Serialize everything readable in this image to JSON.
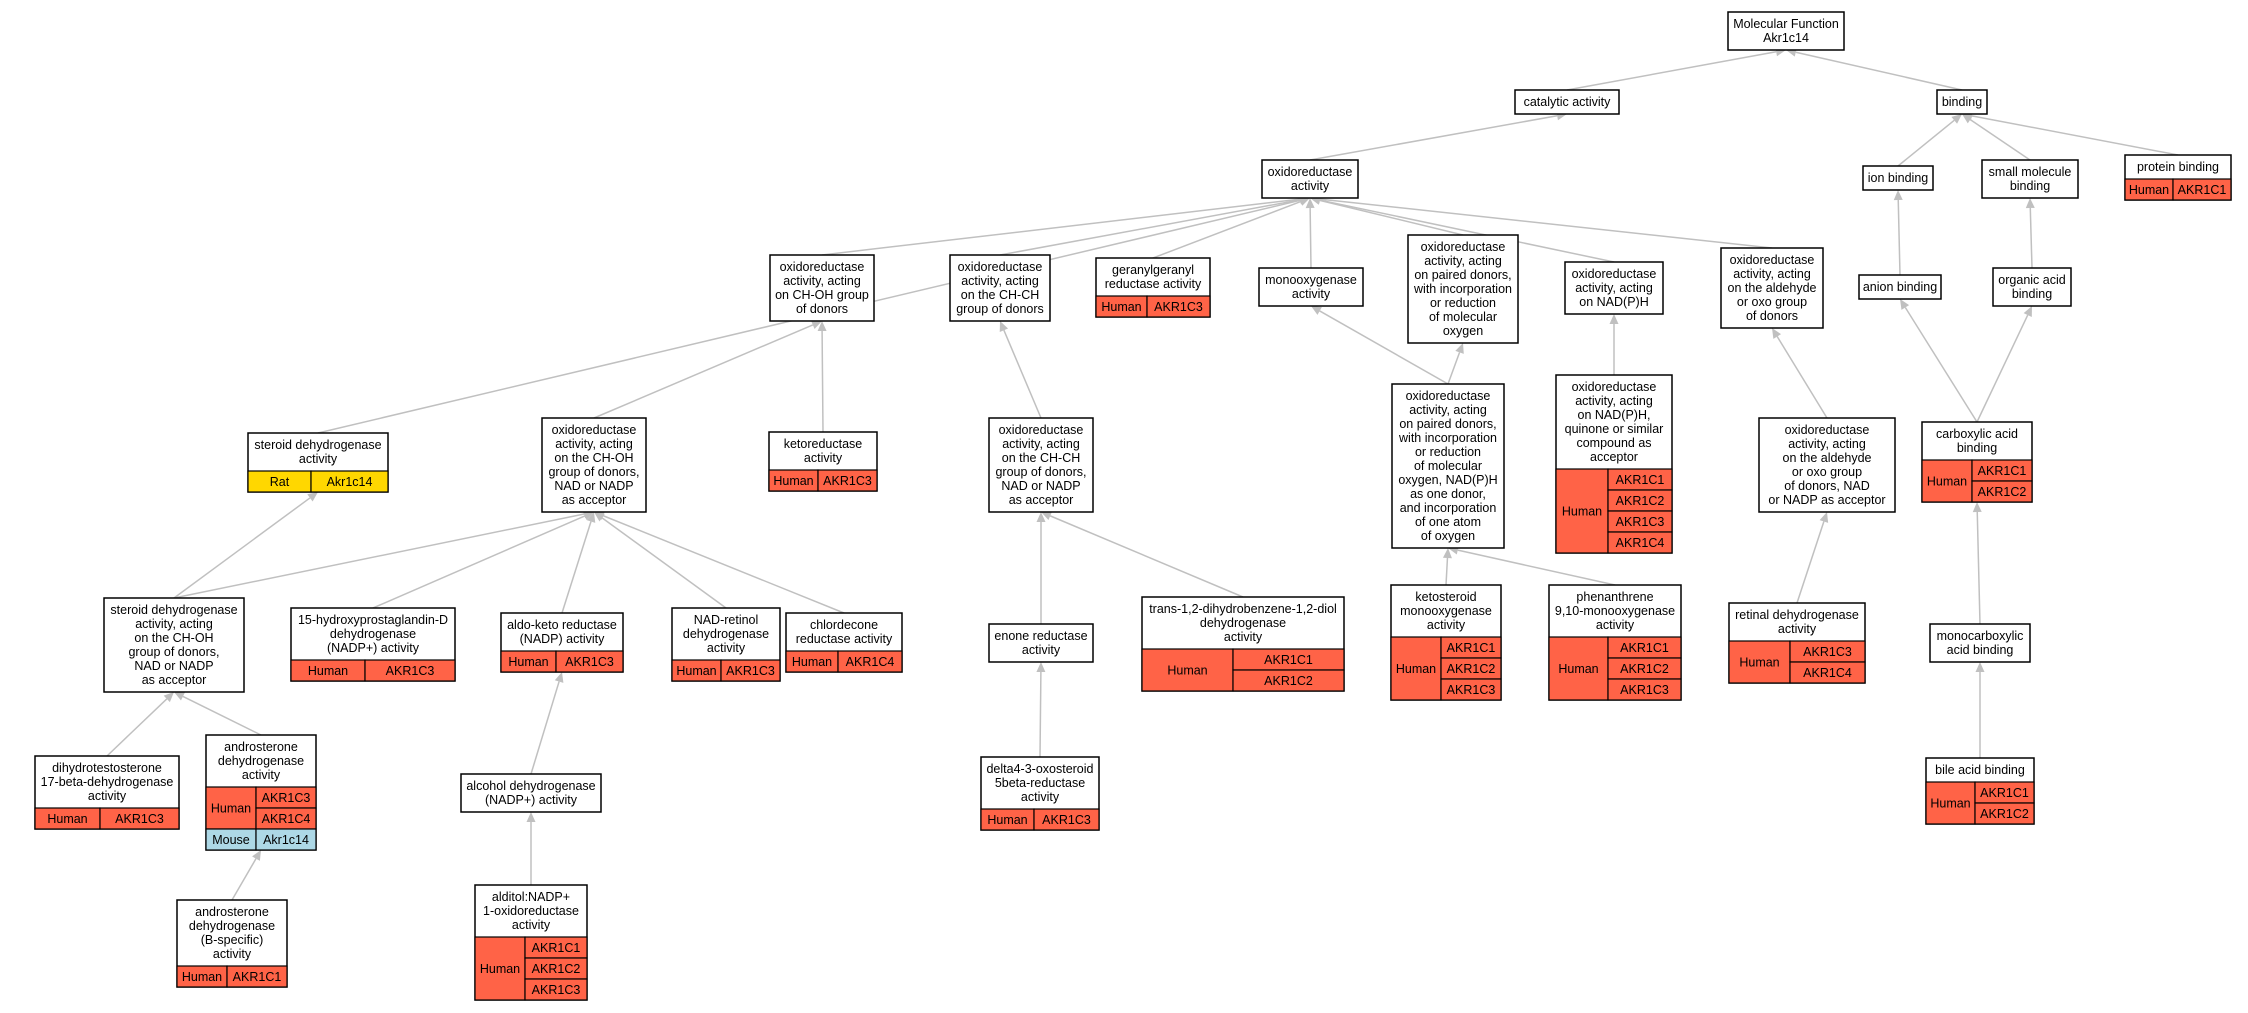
{
  "colors": {
    "human": "#ff6347",
    "rat": "#ffd700",
    "mouse": "#add8e6",
    "edge": "#c0c0c0",
    "border": "#000000",
    "background": "#ffffff"
  },
  "nodes": [
    {
      "id": "root",
      "lines": [
        "Molecular Function",
        "Akr1c14"
      ],
      "ann": []
    },
    {
      "id": "catalytic",
      "lines": [
        "catalytic activity"
      ],
      "ann": []
    },
    {
      "id": "binding",
      "lines": [
        "binding"
      ],
      "ann": []
    },
    {
      "id": "oxido",
      "lines": [
        "oxidoreductase",
        "activity"
      ],
      "ann": []
    },
    {
      "id": "ionbinding",
      "lines": [
        "ion binding"
      ],
      "ann": []
    },
    {
      "id": "smallmol",
      "lines": [
        "small molecule",
        "binding"
      ],
      "ann": []
    },
    {
      "id": "protbind",
      "lines": [
        "protein binding"
      ],
      "ann": [
        {
          "org": "Human",
          "genes": [
            "AKR1C1"
          ]
        }
      ]
    },
    {
      "id": "chohgroup",
      "lines": [
        "oxidoreductase",
        "activity, acting",
        "on CH-OH group",
        "of donors"
      ],
      "ann": []
    },
    {
      "id": "chchgroup",
      "lines": [
        "oxidoreductase",
        "activity, acting",
        "on the CH-CH",
        "group of donors"
      ],
      "ann": []
    },
    {
      "id": "geranyl",
      "lines": [
        "geranylgeranyl",
        "reductase activity"
      ],
      "ann": [
        {
          "org": "Human",
          "genes": [
            "AKR1C3"
          ]
        }
      ]
    },
    {
      "id": "monoox",
      "lines": [
        "monooxygenase",
        "activity"
      ],
      "ann": []
    },
    {
      "id": "paired",
      "lines": [
        "oxidoreductase",
        "activity, acting",
        "on paired donors,",
        "with incorporation",
        "or reduction",
        "of molecular",
        "oxygen"
      ],
      "ann": []
    },
    {
      "id": "nadph",
      "lines": [
        "oxidoreductase",
        "activity, acting",
        "on NAD(P)H"
      ],
      "ann": []
    },
    {
      "id": "aldehyde",
      "lines": [
        "oxidoreductase",
        "activity, acting",
        "on the aldehyde",
        "or oxo group",
        "of donors"
      ],
      "ann": []
    },
    {
      "id": "anion",
      "lines": [
        "anion binding"
      ],
      "ann": []
    },
    {
      "id": "organicacid",
      "lines": [
        "organic acid",
        "binding"
      ],
      "ann": []
    },
    {
      "id": "steroiddh",
      "lines": [
        "steroid dehydrogenase",
        "activity"
      ],
      "ann": [
        {
          "org": "Rat",
          "genes": [
            "Akr1c14"
          ]
        }
      ]
    },
    {
      "id": "chohnad",
      "lines": [
        "oxidoreductase",
        "activity, acting",
        "on the CH-OH",
        "group of donors,",
        "NAD or NADP",
        "as acceptor"
      ],
      "ann": []
    },
    {
      "id": "ketored",
      "lines": [
        "ketoreductase",
        "activity"
      ],
      "ann": [
        {
          "org": "Human",
          "genes": [
            "AKR1C3"
          ]
        }
      ]
    },
    {
      "id": "chchnad",
      "lines": [
        "oxidoreductase",
        "activity, acting",
        "on the CH-CH",
        "group of donors,",
        "NAD or NADP",
        "as acceptor"
      ],
      "ann": []
    },
    {
      "id": "pairednadph",
      "lines": [
        "oxidoreductase",
        "activity, acting",
        "on paired donors,",
        "with incorporation",
        "or reduction",
        "of molecular",
        "oxygen, NAD(P)H",
        "as one donor,",
        "and incorporation",
        "of one atom",
        "of oxygen"
      ],
      "ann": []
    },
    {
      "id": "quinone",
      "lines": [
        "oxidoreductase",
        "activity, acting",
        "on NAD(P)H,",
        "quinone or similar",
        "compound as",
        "acceptor"
      ],
      "ann": [
        {
          "org": "Human",
          "genes": [
            "AKR1C1",
            "AKR1C2",
            "AKR1C3",
            "AKR1C4"
          ]
        }
      ]
    },
    {
      "id": "aldehydenad",
      "lines": [
        "oxidoreductase",
        "activity, acting",
        "on the aldehyde",
        "or oxo group",
        "of donors, NAD",
        "or NADP as acceptor"
      ],
      "ann": []
    },
    {
      "id": "carboxylic",
      "lines": [
        "carboxylic acid",
        "binding"
      ],
      "ann": [
        {
          "org": "Human",
          "genes": [
            "AKR1C1",
            "AKR1C2"
          ]
        }
      ]
    },
    {
      "id": "steroiddhchoh",
      "lines": [
        "steroid dehydrogenase",
        "activity, acting",
        "on the CH-OH",
        "group of donors,",
        "NAD or NADP",
        "as acceptor"
      ],
      "ann": []
    },
    {
      "id": "pgd",
      "lines": [
        "15-hydroxyprostaglandin-D",
        "dehydrogenase",
        "(NADP+) activity"
      ],
      "ann": [
        {
          "org": "Human",
          "genes": [
            "AKR1C3"
          ]
        }
      ]
    },
    {
      "id": "akr",
      "lines": [
        "aldo-keto reductase",
        "(NADP) activity"
      ],
      "ann": [
        {
          "org": "Human",
          "genes": [
            "AKR1C3"
          ]
        }
      ]
    },
    {
      "id": "nadretinol",
      "lines": [
        "NAD-retinol",
        "dehydrogenase",
        "activity"
      ],
      "ann": [
        {
          "org": "Human",
          "genes": [
            "AKR1C3"
          ]
        }
      ]
    },
    {
      "id": "chlordecone",
      "lines": [
        "chlordecone",
        "reductase activity"
      ],
      "ann": [
        {
          "org": "Human",
          "genes": [
            "AKR1C4"
          ]
        }
      ]
    },
    {
      "id": "enone",
      "lines": [
        "enone reductase",
        "activity"
      ],
      "ann": []
    },
    {
      "id": "trans12",
      "lines": [
        "trans-1,2-dihydrobenzene-1,2-diol",
        "dehydrogenase",
        "activity"
      ],
      "ann": [
        {
          "org": "Human",
          "genes": [
            "AKR1C1",
            "AKR1C2"
          ]
        }
      ]
    },
    {
      "id": "ketosteroid",
      "lines": [
        "ketosteroid",
        "monooxygenase",
        "activity"
      ],
      "ann": [
        {
          "org": "Human",
          "genes": [
            "AKR1C1",
            "AKR1C2",
            "AKR1C3"
          ]
        }
      ]
    },
    {
      "id": "phenanthrene",
      "lines": [
        "phenanthrene",
        "9,10-monooxygenase",
        "activity"
      ],
      "ann": [
        {
          "org": "Human",
          "genes": [
            "AKR1C1",
            "AKR1C2",
            "AKR1C3"
          ]
        }
      ]
    },
    {
      "id": "retinaldh",
      "lines": [
        "retinal dehydrogenase",
        "activity"
      ],
      "ann": [
        {
          "org": "Human",
          "genes": [
            "AKR1C3",
            "AKR1C4"
          ]
        }
      ]
    },
    {
      "id": "monocarb",
      "lines": [
        "monocarboxylic",
        "acid binding"
      ],
      "ann": []
    },
    {
      "id": "dht",
      "lines": [
        "dihydrotestosterone",
        "17-beta-dehydrogenase",
        "activity"
      ],
      "ann": [
        {
          "org": "Human",
          "genes": [
            "AKR1C3"
          ]
        }
      ]
    },
    {
      "id": "androsterone",
      "lines": [
        "androsterone",
        "dehydrogenase",
        "activity"
      ],
      "ann": [
        {
          "org": "Human",
          "genes": [
            "AKR1C3",
            "AKR1C4"
          ]
        },
        {
          "org": "Mouse",
          "genes": [
            "Akr1c14"
          ]
        }
      ]
    },
    {
      "id": "alcoholdh",
      "lines": [
        "alcohol dehydrogenase",
        "(NADP+) activity"
      ],
      "ann": []
    },
    {
      "id": "delta4",
      "lines": [
        "delta4-3-oxosteroid",
        "5beta-reductase",
        "activity"
      ],
      "ann": [
        {
          "org": "Human",
          "genes": [
            "AKR1C3"
          ]
        }
      ]
    },
    {
      "id": "bileacid",
      "lines": [
        "bile acid binding"
      ],
      "ann": [
        {
          "org": "Human",
          "genes": [
            "AKR1C1",
            "AKR1C2"
          ]
        }
      ]
    },
    {
      "id": "androsteroneb",
      "lines": [
        "androsterone",
        "dehydrogenase",
        "(B-specific)",
        "activity"
      ],
      "ann": [
        {
          "org": "Human",
          "genes": [
            "AKR1C1"
          ]
        }
      ]
    },
    {
      "id": "alditol",
      "lines": [
        "alditol:NADP+",
        "1-oxidoreductase",
        "activity"
      ],
      "ann": [
        {
          "org": "Human",
          "genes": [
            "AKR1C1",
            "AKR1C2",
            "AKR1C3"
          ]
        }
      ]
    }
  ],
  "edges": [
    [
      "catalytic",
      "root"
    ],
    [
      "binding",
      "root"
    ],
    [
      "oxido",
      "catalytic"
    ],
    [
      "ionbinding",
      "binding"
    ],
    [
      "smallmol",
      "binding"
    ],
    [
      "protbind",
      "binding"
    ],
    [
      "chohgroup",
      "oxido"
    ],
    [
      "chchgroup",
      "oxido"
    ],
    [
      "geranyl",
      "oxido"
    ],
    [
      "monoox",
      "oxido"
    ],
    [
      "paired",
      "oxido"
    ],
    [
      "nadph",
      "oxido"
    ],
    [
      "aldehyde",
      "oxido"
    ],
    [
      "steroiddh",
      "oxido"
    ],
    [
      "anion",
      "ionbinding"
    ],
    [
      "organicacid",
      "smallmol"
    ],
    [
      "chohnad",
      "chohgroup"
    ],
    [
      "ketored",
      "chohgroup"
    ],
    [
      "chchnad",
      "chchgroup"
    ],
    [
      "pairednadph",
      "monoox"
    ],
    [
      "pairednadph",
      "paired"
    ],
    [
      "quinone",
      "nadph"
    ],
    [
      "aldehydenad",
      "aldehyde"
    ],
    [
      "carboxylic",
      "anion"
    ],
    [
      "carboxylic",
      "organicacid"
    ],
    [
      "steroiddhchoh",
      "steroiddh"
    ],
    [
      "steroiddhchoh",
      "chohnad"
    ],
    [
      "pgd",
      "chohnad"
    ],
    [
      "akr",
      "chohnad"
    ],
    [
      "nadretinol",
      "chohnad"
    ],
    [
      "chlordecone",
      "chohnad"
    ],
    [
      "enone",
      "chchnad"
    ],
    [
      "trans12",
      "chchnad"
    ],
    [
      "ketosteroid",
      "pairednadph"
    ],
    [
      "phenanthrene",
      "pairednadph"
    ],
    [
      "retinaldh",
      "aldehydenad"
    ],
    [
      "monocarb",
      "carboxylic"
    ],
    [
      "dht",
      "steroiddhchoh"
    ],
    [
      "androsterone",
      "steroiddhchoh"
    ],
    [
      "alcoholdh",
      "akr"
    ],
    [
      "delta4",
      "enone"
    ],
    [
      "bileacid",
      "monocarb"
    ],
    [
      "androsteroneb",
      "androsterone"
    ],
    [
      "alditol",
      "alcoholdh"
    ]
  ]
}
